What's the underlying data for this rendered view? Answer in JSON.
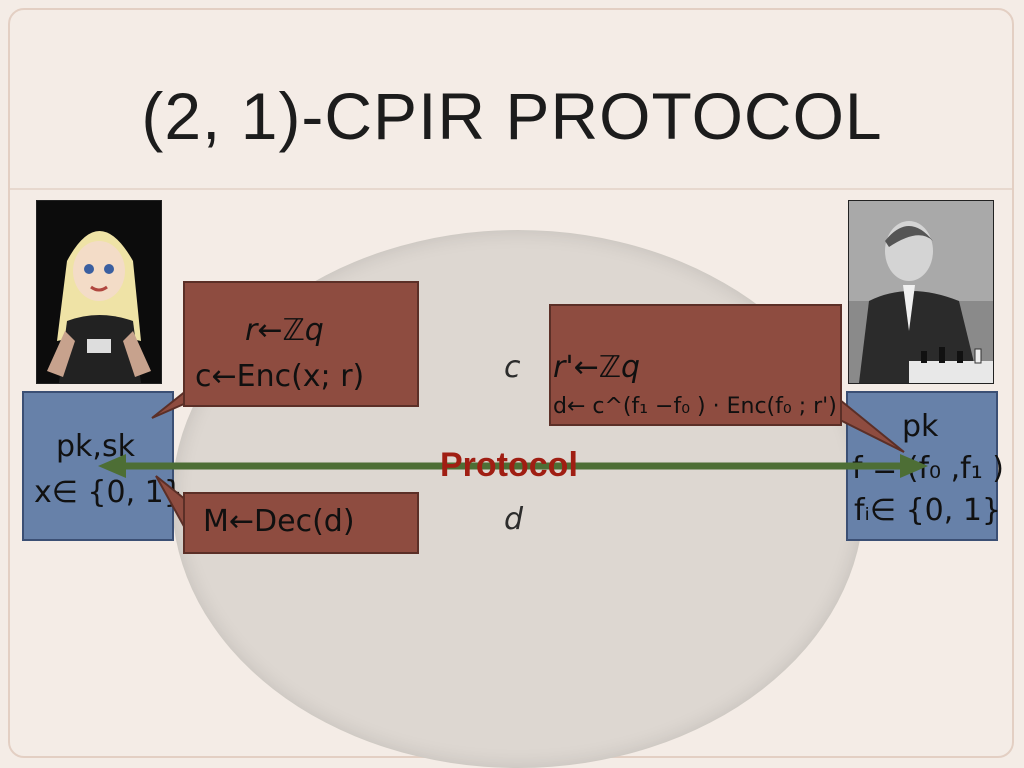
{
  "slide": {
    "title": "(2, 1)-CPIR PROTOCOL"
  },
  "client": {
    "portrait_icon": "cartoon-girl-portrait-icon",
    "keys": "pk,sk",
    "input": "x∈ {0, 1}"
  },
  "server": {
    "portrait_icon": "chess-player-photo-icon",
    "key": "pk",
    "function": "f = (f₀ ,f₁ )",
    "domain": "fᵢ∈ {0, 1}"
  },
  "client_step1": {
    "line1": "r←ℤq",
    "line2": "c←Enc(x; r)"
  },
  "client_step2": {
    "line1": "M←Dec(d)"
  },
  "server_step": {
    "line1": "r'←ℤq",
    "line2": "d← c^(f₁ −f₀ ) · Enc(f₀ ; r')"
  },
  "messages": {
    "to_server": "c",
    "to_client": "d",
    "channel_label": "Protocol"
  },
  "colors": {
    "party_box": "#6781a9",
    "bubble": "#8e4c40",
    "arrow": "#4d6e35",
    "protocol_text": "#a01e13",
    "ellipse": "#ddd7d1"
  }
}
